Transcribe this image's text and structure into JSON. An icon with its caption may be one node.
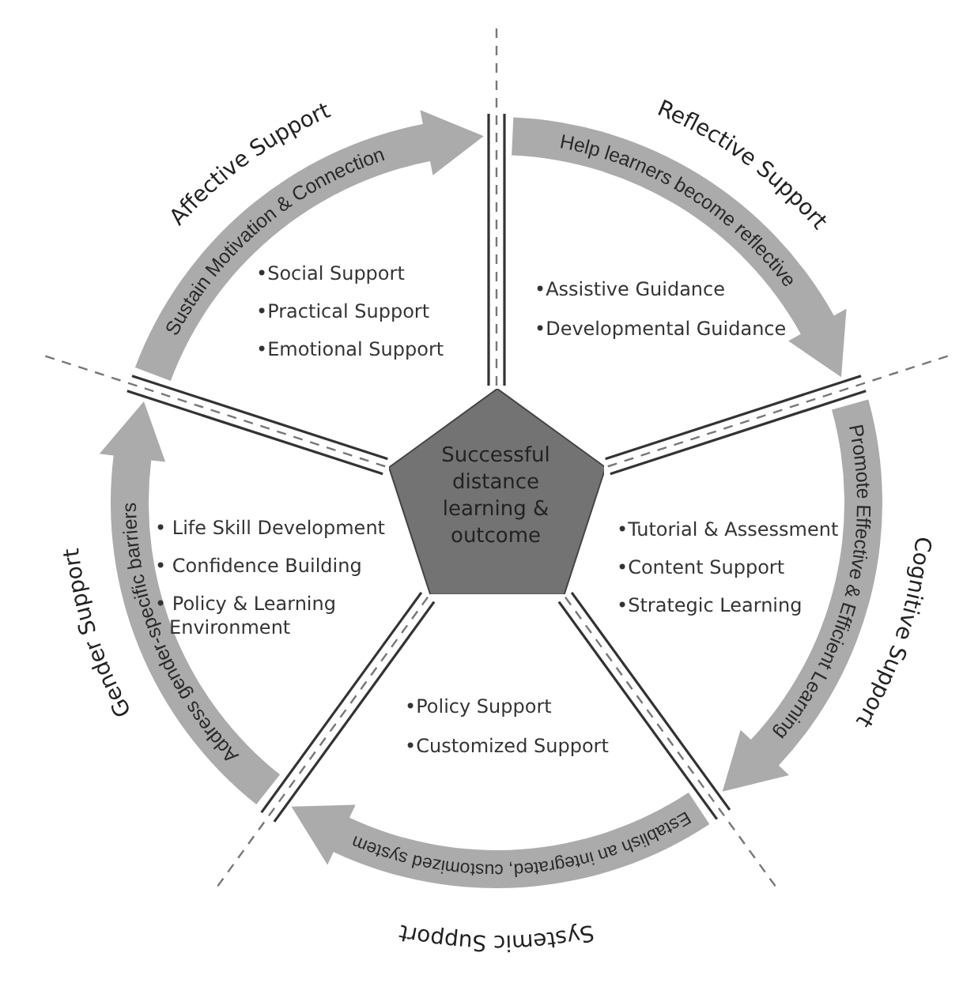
{
  "diagram": {
    "nodes": [
      {
        "text": [
          "Successful distance learning & outcome"
        ]
      },
      {
        "text": [
          "Sustain Motivation & Connection"
        ],
        "beside": [
          "Affective Support"
        ]
      },
      {
        "text": [
          "Help learners become reflective"
        ],
        "beside": [
          "Reflective Support"
        ]
      },
      {
        "text": [
          "Promote Effective & Efficient Learning"
        ],
        "beside": [
          "Cognitive Support"
        ]
      },
      {
        "text": [
          "Establish an integrated, customized system"
        ],
        "beside": [
          "Systemic Support"
        ]
      },
      {
        "text": [
          "Address gender-specific barriers"
        ],
        "beside": [
          "Gender Support"
        ]
      }
    ],
    "labels": [
      "•Social Support",
      "•Practical Support",
      "•Emotional Support",
      "•Assistive Guidance",
      "•Developmental Guidance",
      "• Life Skill Development",
      "• Confidence Building",
      "• Policy & Learning Environment",
      "•Tutorial & Assessment",
      "•Content Support",
      "•Strategic Learning",
      "•Policy Support",
      "•Customized Support"
    ]
  }
}
